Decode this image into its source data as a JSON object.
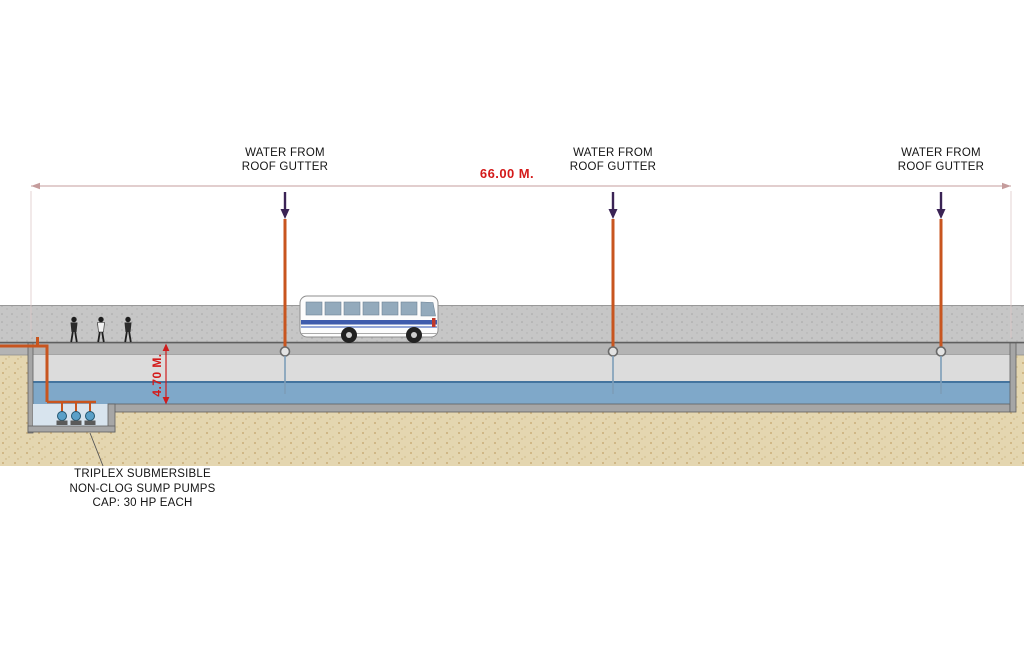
{
  "diagram": {
    "type": "engineering-cross-section",
    "dimension_labels": {
      "span": "66.00 M.",
      "depth": "4.70 M."
    },
    "gutter_labels": [
      {
        "line1": "WATER FROM",
        "line2": "ROOF GUTTER"
      },
      {
        "line1": "WATER FROM",
        "line2": "ROOF GUTTER"
      },
      {
        "line1": "WATER FROM",
        "line2": "ROOF GUTTER"
      }
    ],
    "pump_label": {
      "line1": "TRIPLEX SUBMERSIBLE",
      "line2": "NON-CLOG SUMP PUMPS",
      "line3": "CAP: 30 HP EACH"
    },
    "colors": {
      "dimension_red": "#d41a1a",
      "pipe_orange": "#c8551f",
      "arrow_purple": "#3a2355",
      "water_blue": "#7fa8c9",
      "road_gray": "#c6c6c6",
      "soil_tan": "#e4d6b0"
    }
  }
}
